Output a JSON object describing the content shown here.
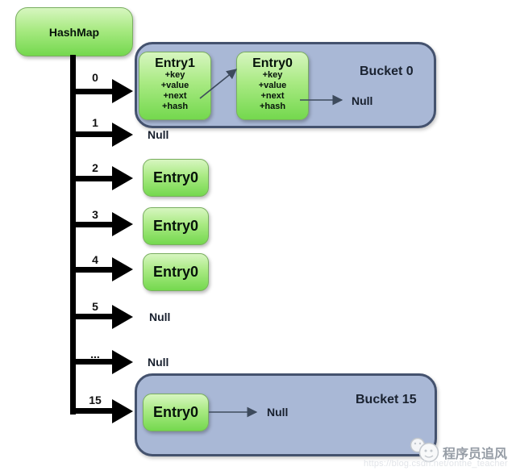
{
  "hashmap": {
    "label": "HashMap"
  },
  "rows": [
    {
      "index": "0",
      "type": "bucket"
    },
    {
      "index": "1",
      "type": "null",
      "value": "Null"
    },
    {
      "index": "2",
      "type": "entry",
      "entry": "Entry0"
    },
    {
      "index": "3",
      "type": "entry",
      "entry": "Entry0"
    },
    {
      "index": "4",
      "type": "entry",
      "entry": "Entry0"
    },
    {
      "index": "5",
      "type": "null",
      "value": "Null"
    },
    {
      "index": "...",
      "type": "null",
      "value": "Null"
    },
    {
      "index": "15",
      "type": "bucket"
    }
  ],
  "bucket0": {
    "label": "Bucket 0",
    "entry1": {
      "title": "Entry1",
      "fields": [
        "+key",
        "+value",
        "+next",
        "+hash"
      ]
    },
    "entry0": {
      "title": "Entry0",
      "fields": [
        "+key",
        "+value",
        "+next",
        "+hash"
      ]
    },
    "null_label": "Null"
  },
  "bucket15": {
    "label": "Bucket 15",
    "entry0": "Entry0",
    "null_label": "Null"
  },
  "watermark": {
    "name": "程序员追风",
    "url": "https://blog.csdn.net/onthe_teacher"
  },
  "colors": {
    "node_green_top": "#d7f6c0",
    "node_green_bottom": "#74d84e",
    "bucket_fill": "#a9b8d6",
    "bucket_border": "#44526e",
    "thick_arrow": "#000000",
    "thin_arrow": "#3d4a5c"
  }
}
